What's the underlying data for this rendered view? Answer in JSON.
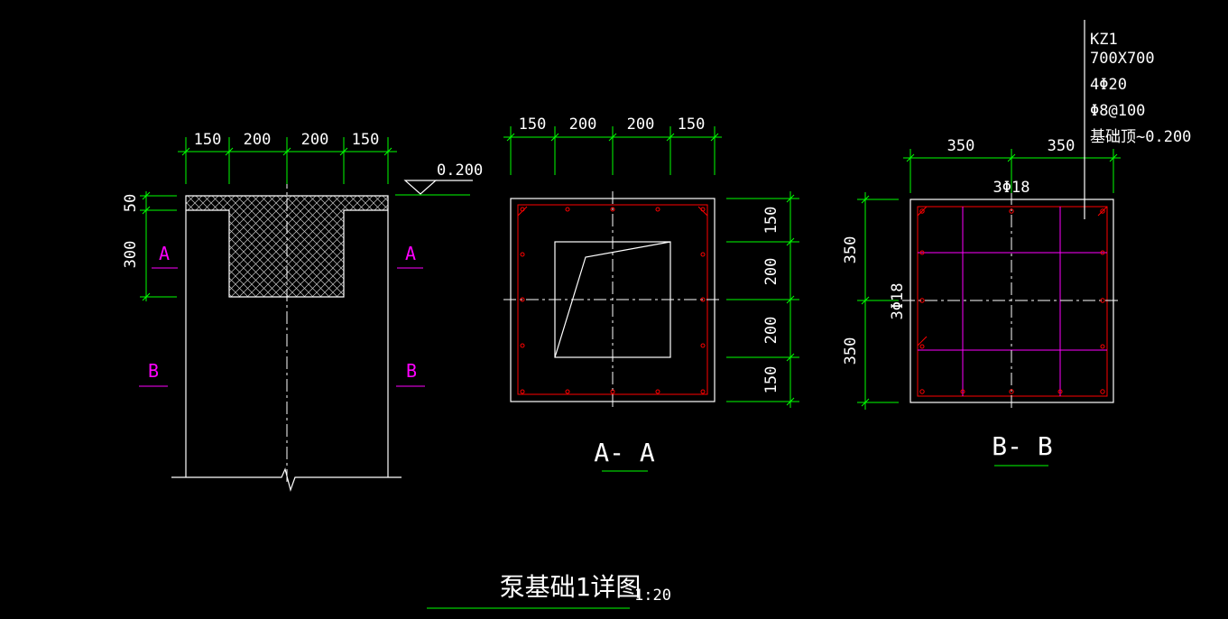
{
  "elevation": {
    "top_dims": [
      "150",
      "200",
      "200",
      "150"
    ],
    "left_dims": [
      "50",
      "300"
    ],
    "level": "0.200",
    "cut_a": "A",
    "cut_b": "B"
  },
  "section_aa": {
    "top_dims": [
      "150",
      "200",
      "200",
      "150"
    ],
    "right_dims": [
      "150",
      "200",
      "200",
      "150"
    ],
    "title": "A- A"
  },
  "section_bb": {
    "top_dims": [
      "350",
      "350"
    ],
    "left_dims": [
      "350",
      "350"
    ],
    "top_rebar": "3Φ18",
    "side_rebar": "3Φ18",
    "title": "B- B"
  },
  "column_note": {
    "name": "KZ1",
    "size": "700X700",
    "main_bars": "4Φ20",
    "stirrup": "Φ8@100",
    "top_level": "基础顶~0.200"
  },
  "drawing": {
    "title": "泵基础1详图",
    "scale": "1:20"
  },
  "colors": {
    "background": "#000000",
    "outline": "#ffffff",
    "dimension": "#00ff00",
    "rebar": "#ff0000",
    "tie": "#ff00ff"
  }
}
